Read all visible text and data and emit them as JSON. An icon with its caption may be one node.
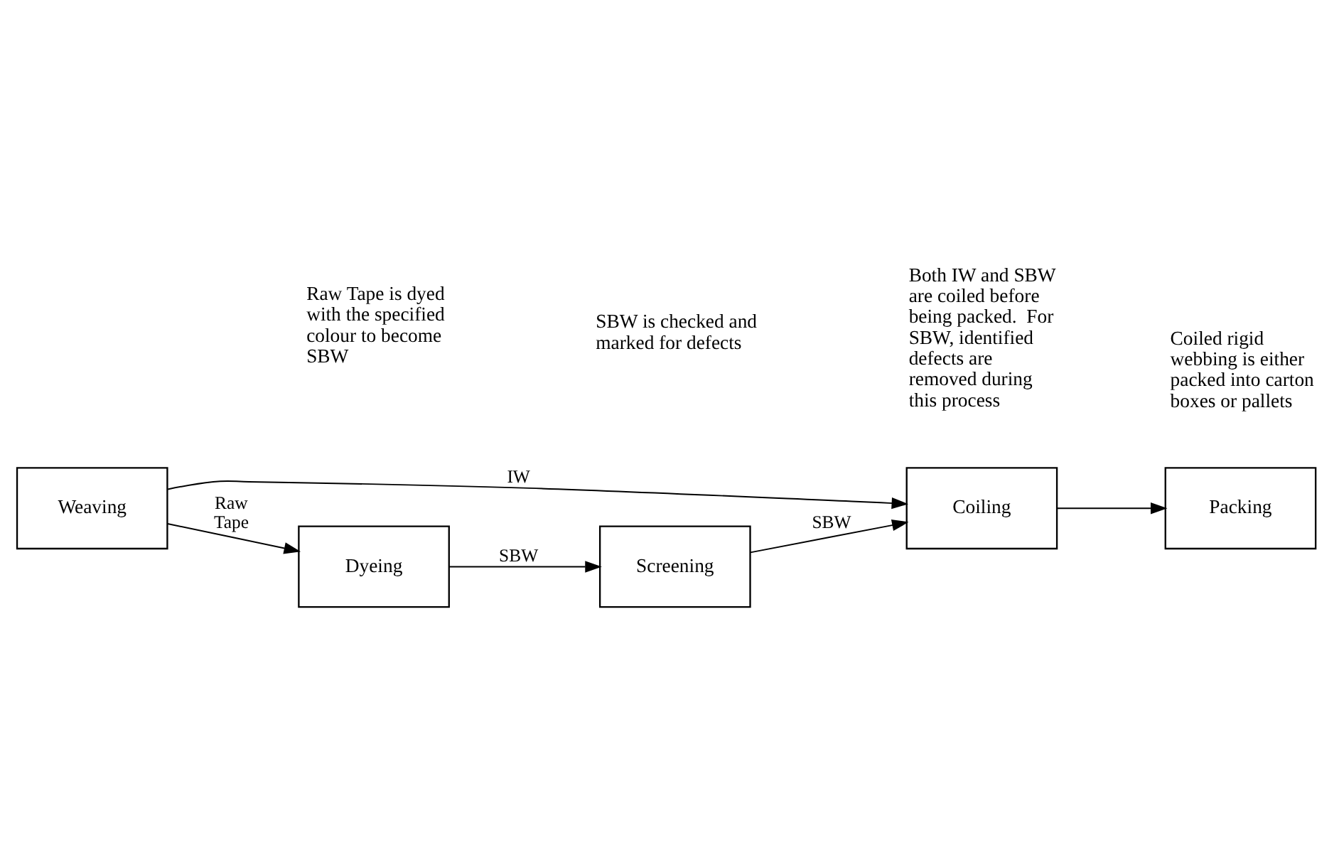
{
  "diagram": {
    "nodes": [
      {
        "text": [
          "Weaving"
        ]
      },
      {
        "text": [
          "Coiling"
        ]
      },
      {
        "text": [
          "Packing"
        ]
      },
      {
        "text": [
          "Dyeing"
        ]
      },
      {
        "text": [
          "Screening"
        ]
      }
    ],
    "edges": [
      {
        "from": 0,
        "to": 1,
        "arrow": "to",
        "label": "IW"
      },
      {
        "from": 0,
        "to": 3,
        "arrow": "to",
        "label": "Raw Tape"
      },
      {
        "from": 3,
        "to": 4,
        "arrow": "to",
        "label": "SBW"
      },
      {
        "from": 4,
        "to": 1,
        "arrow": "to",
        "label": "SBW"
      },
      {
        "from": 1,
        "to": 2,
        "arrow": "to"
      }
    ],
    "labels": [
      "Raw Tape is dyed with the specified colour to become SBW",
      "SBW is checked and marked for defects",
      "Both IW and SBW are coiled before being packed.  For SBW, identified defects are removed during this process",
      "Coiled rigid webbing is either packed into carton boxes or pallets"
    ]
  }
}
